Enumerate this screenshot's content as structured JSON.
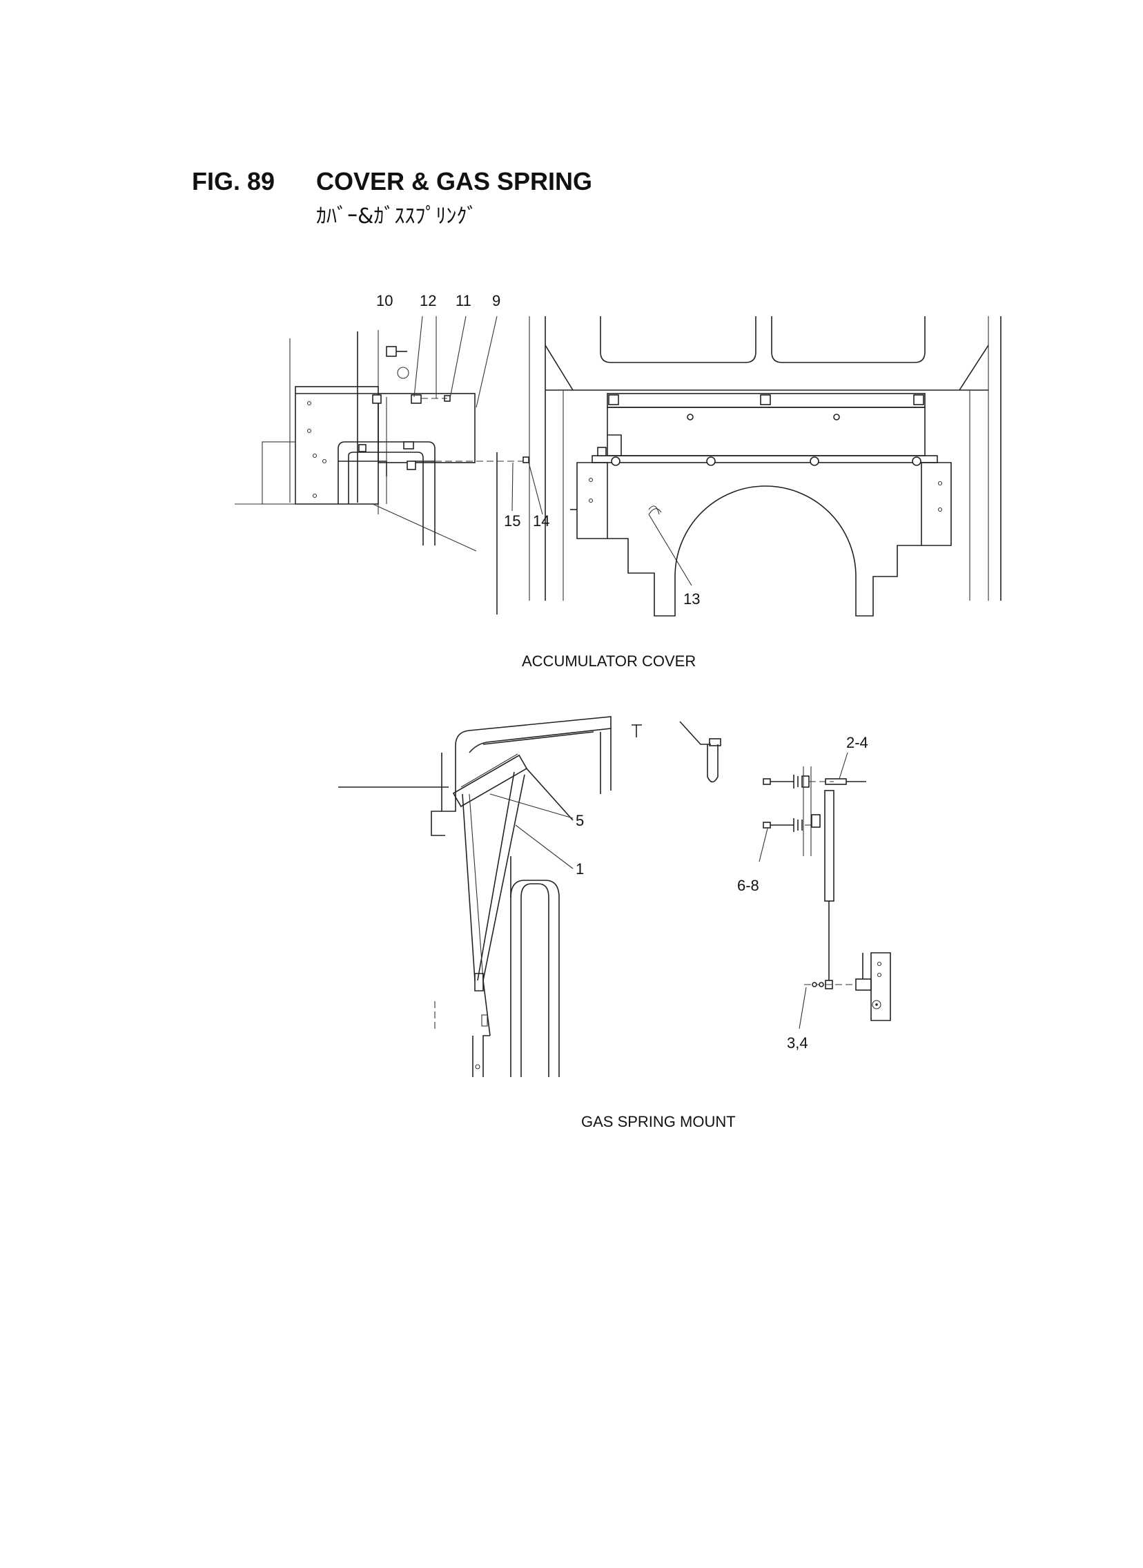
{
  "header": {
    "figure_number": "FIG. 89",
    "title": "COVER & GAS SPRING",
    "subtitle_jp": "ｶﾊﾞｰ&ｶﾞｽｽﾌﾟﾘﾝｸﾞ"
  },
  "accumulator_cover": {
    "caption": "ACCUMULATOR COVER",
    "callouts": [
      "10",
      "12",
      "11",
      "9",
      "15",
      "14",
      "13"
    ]
  },
  "gas_spring_mount": {
    "caption": "GAS SPRING MOUNT",
    "callouts": [
      "2-4",
      "5",
      "1",
      "6-8",
      "3,4"
    ]
  }
}
